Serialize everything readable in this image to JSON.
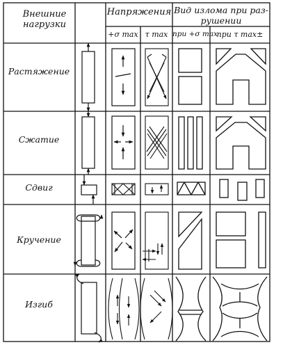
{
  "header": {
    "loads_line1": "Внешние",
    "loads_line2": "нагрузки",
    "stresses": "Напряжения",
    "stress_sigma": "+σ max",
    "stress_tau": "τ max",
    "fracture_line1": "Вид излома при раз-",
    "fracture_line2": "рушении",
    "fracture_sigma": "при +σ max",
    "fracture_tau": "при τ max±"
  },
  "rows": [
    {
      "label": "Растяжение"
    },
    {
      "label": "Сжатие"
    },
    {
      "label": "Сдвиг"
    },
    {
      "label": "Кручение"
    },
    {
      "label": "Изгиб"
    }
  ]
}
